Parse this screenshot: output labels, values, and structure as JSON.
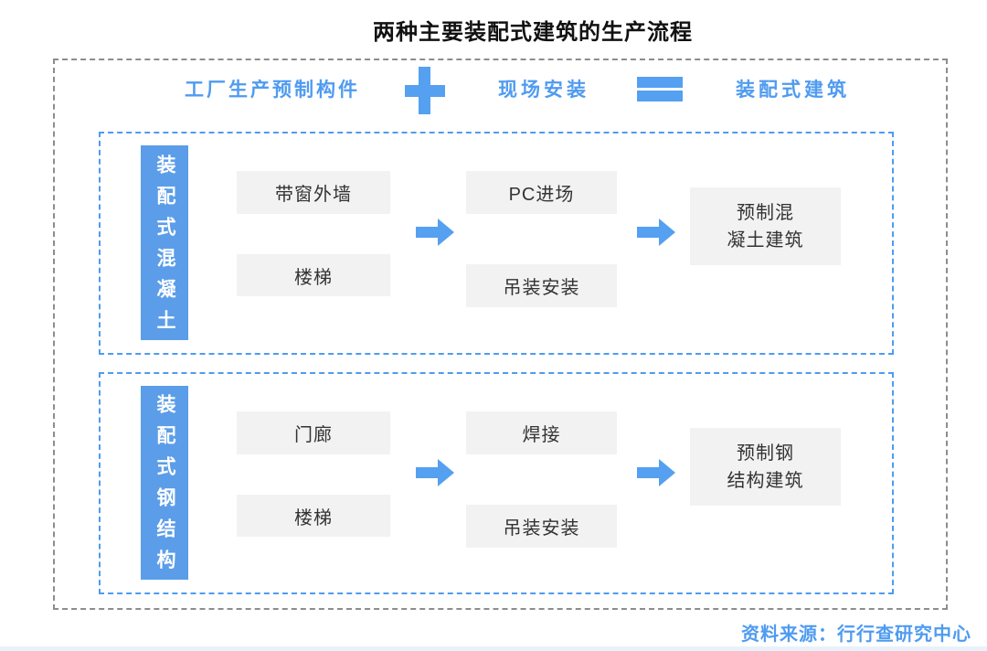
{
  "title": "两种主要装配式建筑的生产流程",
  "formula": {
    "factory_label": "工厂生产预制构件",
    "plus_icon": "plus",
    "site_label": "现场安装",
    "equals_icon": "equals",
    "result_label": "装配式建筑"
  },
  "sections": [
    {
      "category": "装配式混凝土",
      "factory_items": [
        "带窗外墙",
        "楼梯"
      ],
      "site_items": [
        "PC进场",
        "吊装安装"
      ],
      "result_line1": "预制混",
      "result_line2": "凝土建筑"
    },
    {
      "category": "装配式钢结构",
      "factory_items": [
        "门廊",
        "楼梯"
      ],
      "site_items": [
        "焊接",
        "吊装安装"
      ],
      "result_line1": "预制钢",
      "result_line2": "结构建筑"
    }
  ],
  "footer": {
    "source": "资料来源：行行查研究中心"
  },
  "colors": {
    "accent_blue": "#4f9bf0",
    "shape_blue": "#55a0f0",
    "category_box_blue": "#5b9de9",
    "process_box_gray": "#f2f2f2",
    "outer_frame_gray": "#8d8d8d",
    "title_black": "#111111",
    "bottom_strip_blue": "#e9f1fa"
  }
}
